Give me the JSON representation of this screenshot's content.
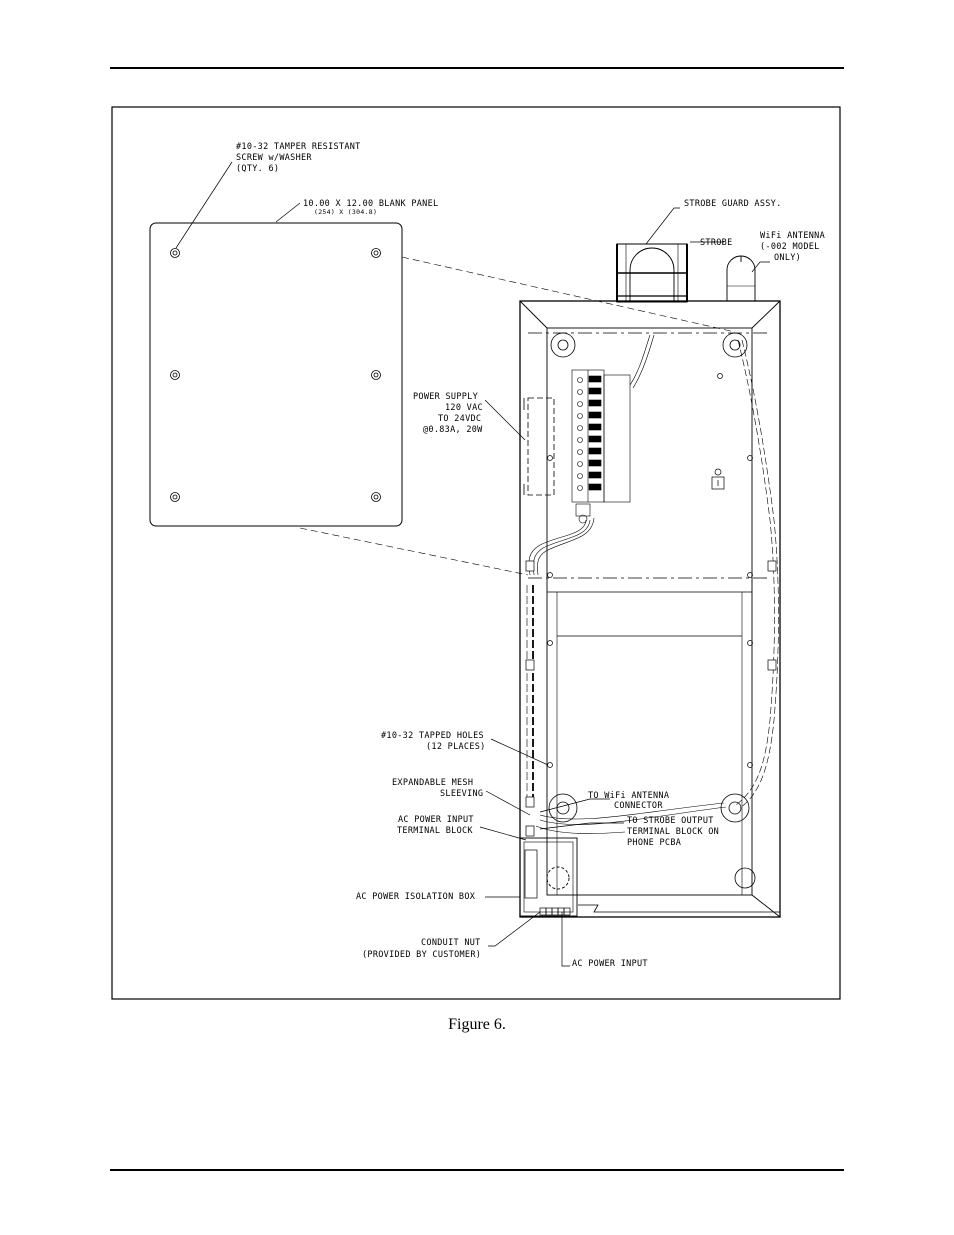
{
  "caption": "Figure 6.",
  "labels": {
    "screw_line1": "#10-32 TAMPER RESISTANT",
    "screw_line2": "SCREW w/WASHER",
    "screw_line3": "(QTY. 6)",
    "panel_line1": "10.00 X 12.00 BLANK PANEL",
    "panel_line2": "(254) X (304.8)",
    "strobe_guard": "STROBE GUARD ASSY.",
    "strobe": "STROBE",
    "wifi_line1": "WiFi ANTENNA",
    "wifi_line2": "(-002 MODEL",
    "wifi_line3": "ONLY)",
    "ps_line1": "POWER SUPPLY",
    "ps_line2": "120 VAC",
    "ps_line3": "TO 24VDC",
    "ps_line4": "@0.83A, 20W",
    "tapped_line1": "#10-32 TAPPED HOLES",
    "tapped_line2": "(12 PLACES)",
    "mesh_line1": "EXPANDABLE MESH",
    "mesh_line2": "SLEEVING",
    "acterm_line1": "AC POWER INPUT",
    "acterm_line2": "TERMINAL BLOCK",
    "towifi_line1": "TO WiFi ANTENNA",
    "towifi_line2": "CONNECTOR",
    "tostrobe_line1": "TO STROBE OUTPUT",
    "tostrobe_line2": "TERMINAL BLOCK ON",
    "tostrobe_line3": "PHONE PCBA",
    "isolation_box": "AC POWER ISOLATION BOX",
    "conduit_line1": "CONDUIT NUT",
    "conduit_line2": "(PROVIDED BY CUSTOMER)",
    "ac_input": "AC POWER INPUT"
  }
}
